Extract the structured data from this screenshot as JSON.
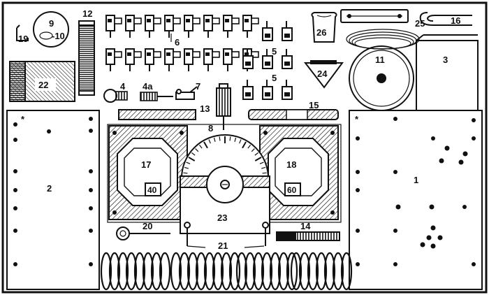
{
  "labels": {
    "l1": "1",
    "l2": "2",
    "l3": "3",
    "l4": "4",
    "l4a": "4a",
    "l5a": "5",
    "l5b": "5",
    "l6": "6",
    "l7": "7",
    "l8": "8",
    "l9": "9",
    "l10": "-10",
    "l11": "11",
    "l12": "12",
    "l13": "13",
    "l14": "14",
    "l15": "15",
    "l16": "16",
    "l17": "17",
    "l18": "18",
    "l19": "19",
    "l20": "20",
    "l21": "21",
    "l22": "22",
    "l23": "23",
    "l24": "24",
    "l25": "25",
    "l26": "26",
    "star_left": "*",
    "star_right": "*"
  },
  "coil_values": {
    "left": "40",
    "right": "60"
  },
  "colors": {
    "ink": "#111111",
    "paper": "#ffffff"
  }
}
